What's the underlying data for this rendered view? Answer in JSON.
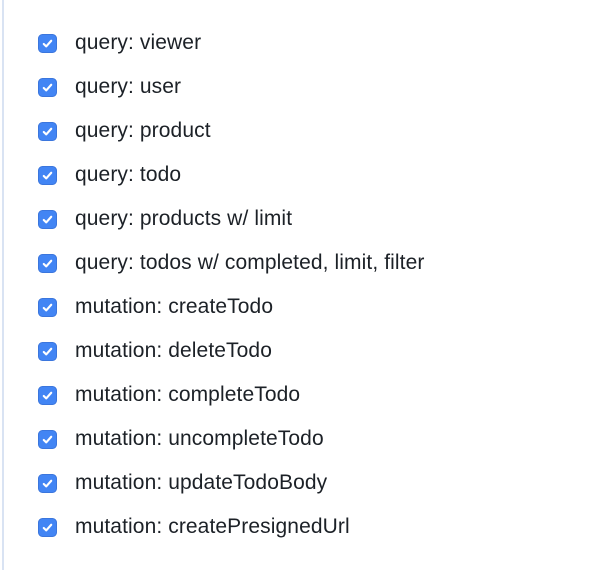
{
  "page": {
    "background": "#ffffff",
    "left_rule_color": "#d9e3f3"
  },
  "colors": {
    "checkbox_fill": "#4285f4",
    "checkbox_border": "#3b76dd",
    "checkmark": "#ffffff",
    "label_text": "#1c2127"
  },
  "checklist": {
    "items": [
      {
        "label": "query: viewer",
        "checked": true
      },
      {
        "label": "query: user",
        "checked": true
      },
      {
        "label": "query: product",
        "checked": true
      },
      {
        "label": "query: todo",
        "checked": true
      },
      {
        "label": "query: products w/ limit",
        "checked": true
      },
      {
        "label": "query: todos w/ completed, limit, filter",
        "checked": true
      },
      {
        "label": "mutation: createTodo",
        "checked": true
      },
      {
        "label": "mutation: deleteTodo",
        "checked": true
      },
      {
        "label": "mutation: completeTodo",
        "checked": true
      },
      {
        "label": "mutation: uncompleteTodo",
        "checked": true
      },
      {
        "label": "mutation: updateTodoBody",
        "checked": true
      },
      {
        "label": "mutation: createPresignedUrl",
        "checked": true
      }
    ]
  }
}
